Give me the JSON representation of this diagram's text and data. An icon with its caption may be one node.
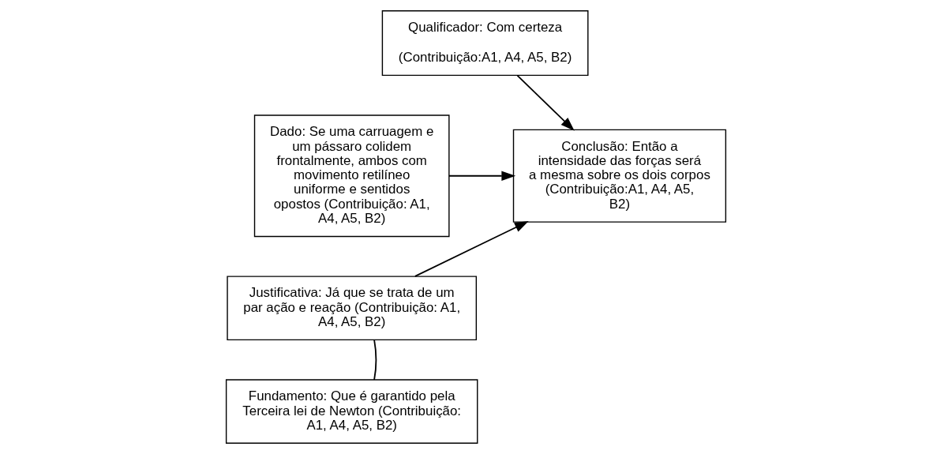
{
  "diagram": {
    "nodes": [
      {
        "text": [
          "Qualificador: Com certeza",
          "(Contribuição:A1, A4, A5, B2)"
        ]
      },
      {
        "text": [
          "Dado: Se uma carruagem e um pássaro colidem frontalmente, ambos com movimento retilíneo uniforme e sentidos opostos (Contribuição: A1, A4, A5, B2)"
        ]
      },
      {
        "text": [
          "Conclusão: Então a intensidade das forças será a mesma sobre os dois corpos (Contribuição:A1, A4, A5, B2)"
        ]
      },
      {
        "text": [
          "Justificativa: Já que se trata de um par ação e reação (Contribuição: A1, A4, A5, B2)"
        ]
      },
      {
        "text": [
          "Fundamento: Que é garantido pela Terceira lei de Newton (Contribuição: A1, A4, A5, B2)"
        ]
      }
    ],
    "edges": [
      {
        "from": 1,
        "to": 2,
        "arrow": "to"
      },
      {
        "from": 0,
        "to": 2,
        "arrow": "to"
      },
      {
        "from": 3,
        "to": 2,
        "arrow": "to"
      },
      {
        "from": 4,
        "to": 3,
        "arrow": "none"
      }
    ]
  }
}
